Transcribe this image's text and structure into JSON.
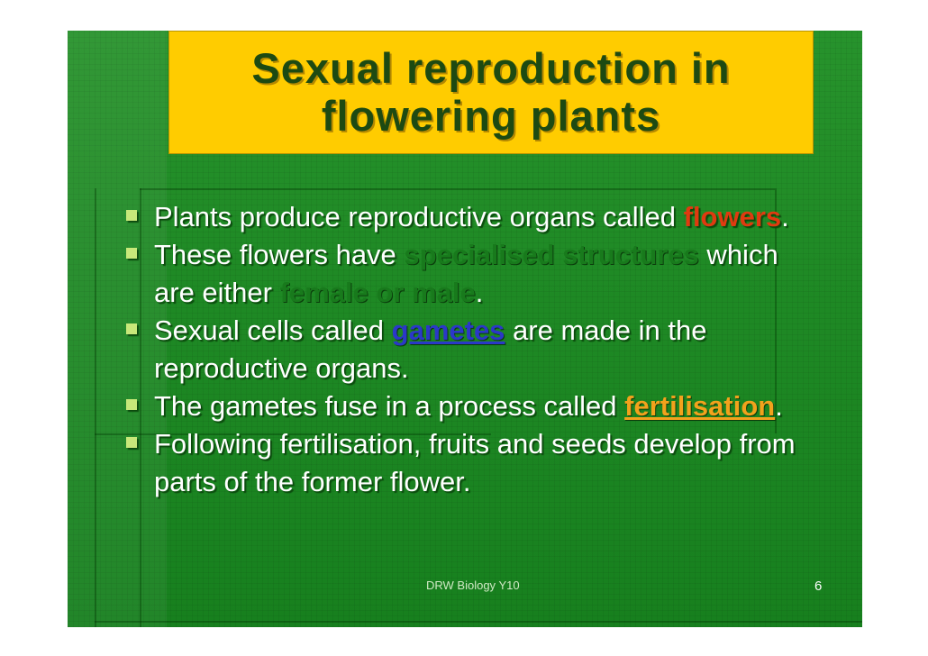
{
  "title": {
    "line1": "Sexual reproduction in",
    "line2": "flowering plants"
  },
  "bullets": [
    {
      "text1": "Plants produce reproductive organs called ",
      "highlight1": "flowers",
      "text2": "."
    },
    {
      "text1": "These flowers have ",
      "highlight1": "specialised structures",
      "text2": " which are either ",
      "highlight2": "female or male",
      "text3": "."
    },
    {
      "text1": "Sexual cells called ",
      "highlight1": "gametes",
      "text2": " are made in the reproductive organs."
    },
    {
      "text1": "The gametes fuse in a process called ",
      "highlight1": "fertilisation",
      "text2": "."
    },
    {
      "text1": "Following fertilisation, fruits and seeds develop from parts of the former flower."
    }
  ],
  "footer": {
    "text": "DRW Biology Y10",
    "slide_number": "6"
  },
  "colors": {
    "background": "#1f8a25",
    "title_box": "#ffcc00",
    "flowers": "#e03a10",
    "gametes": "#2b38c8",
    "fertilisation": "#f2a21c"
  }
}
